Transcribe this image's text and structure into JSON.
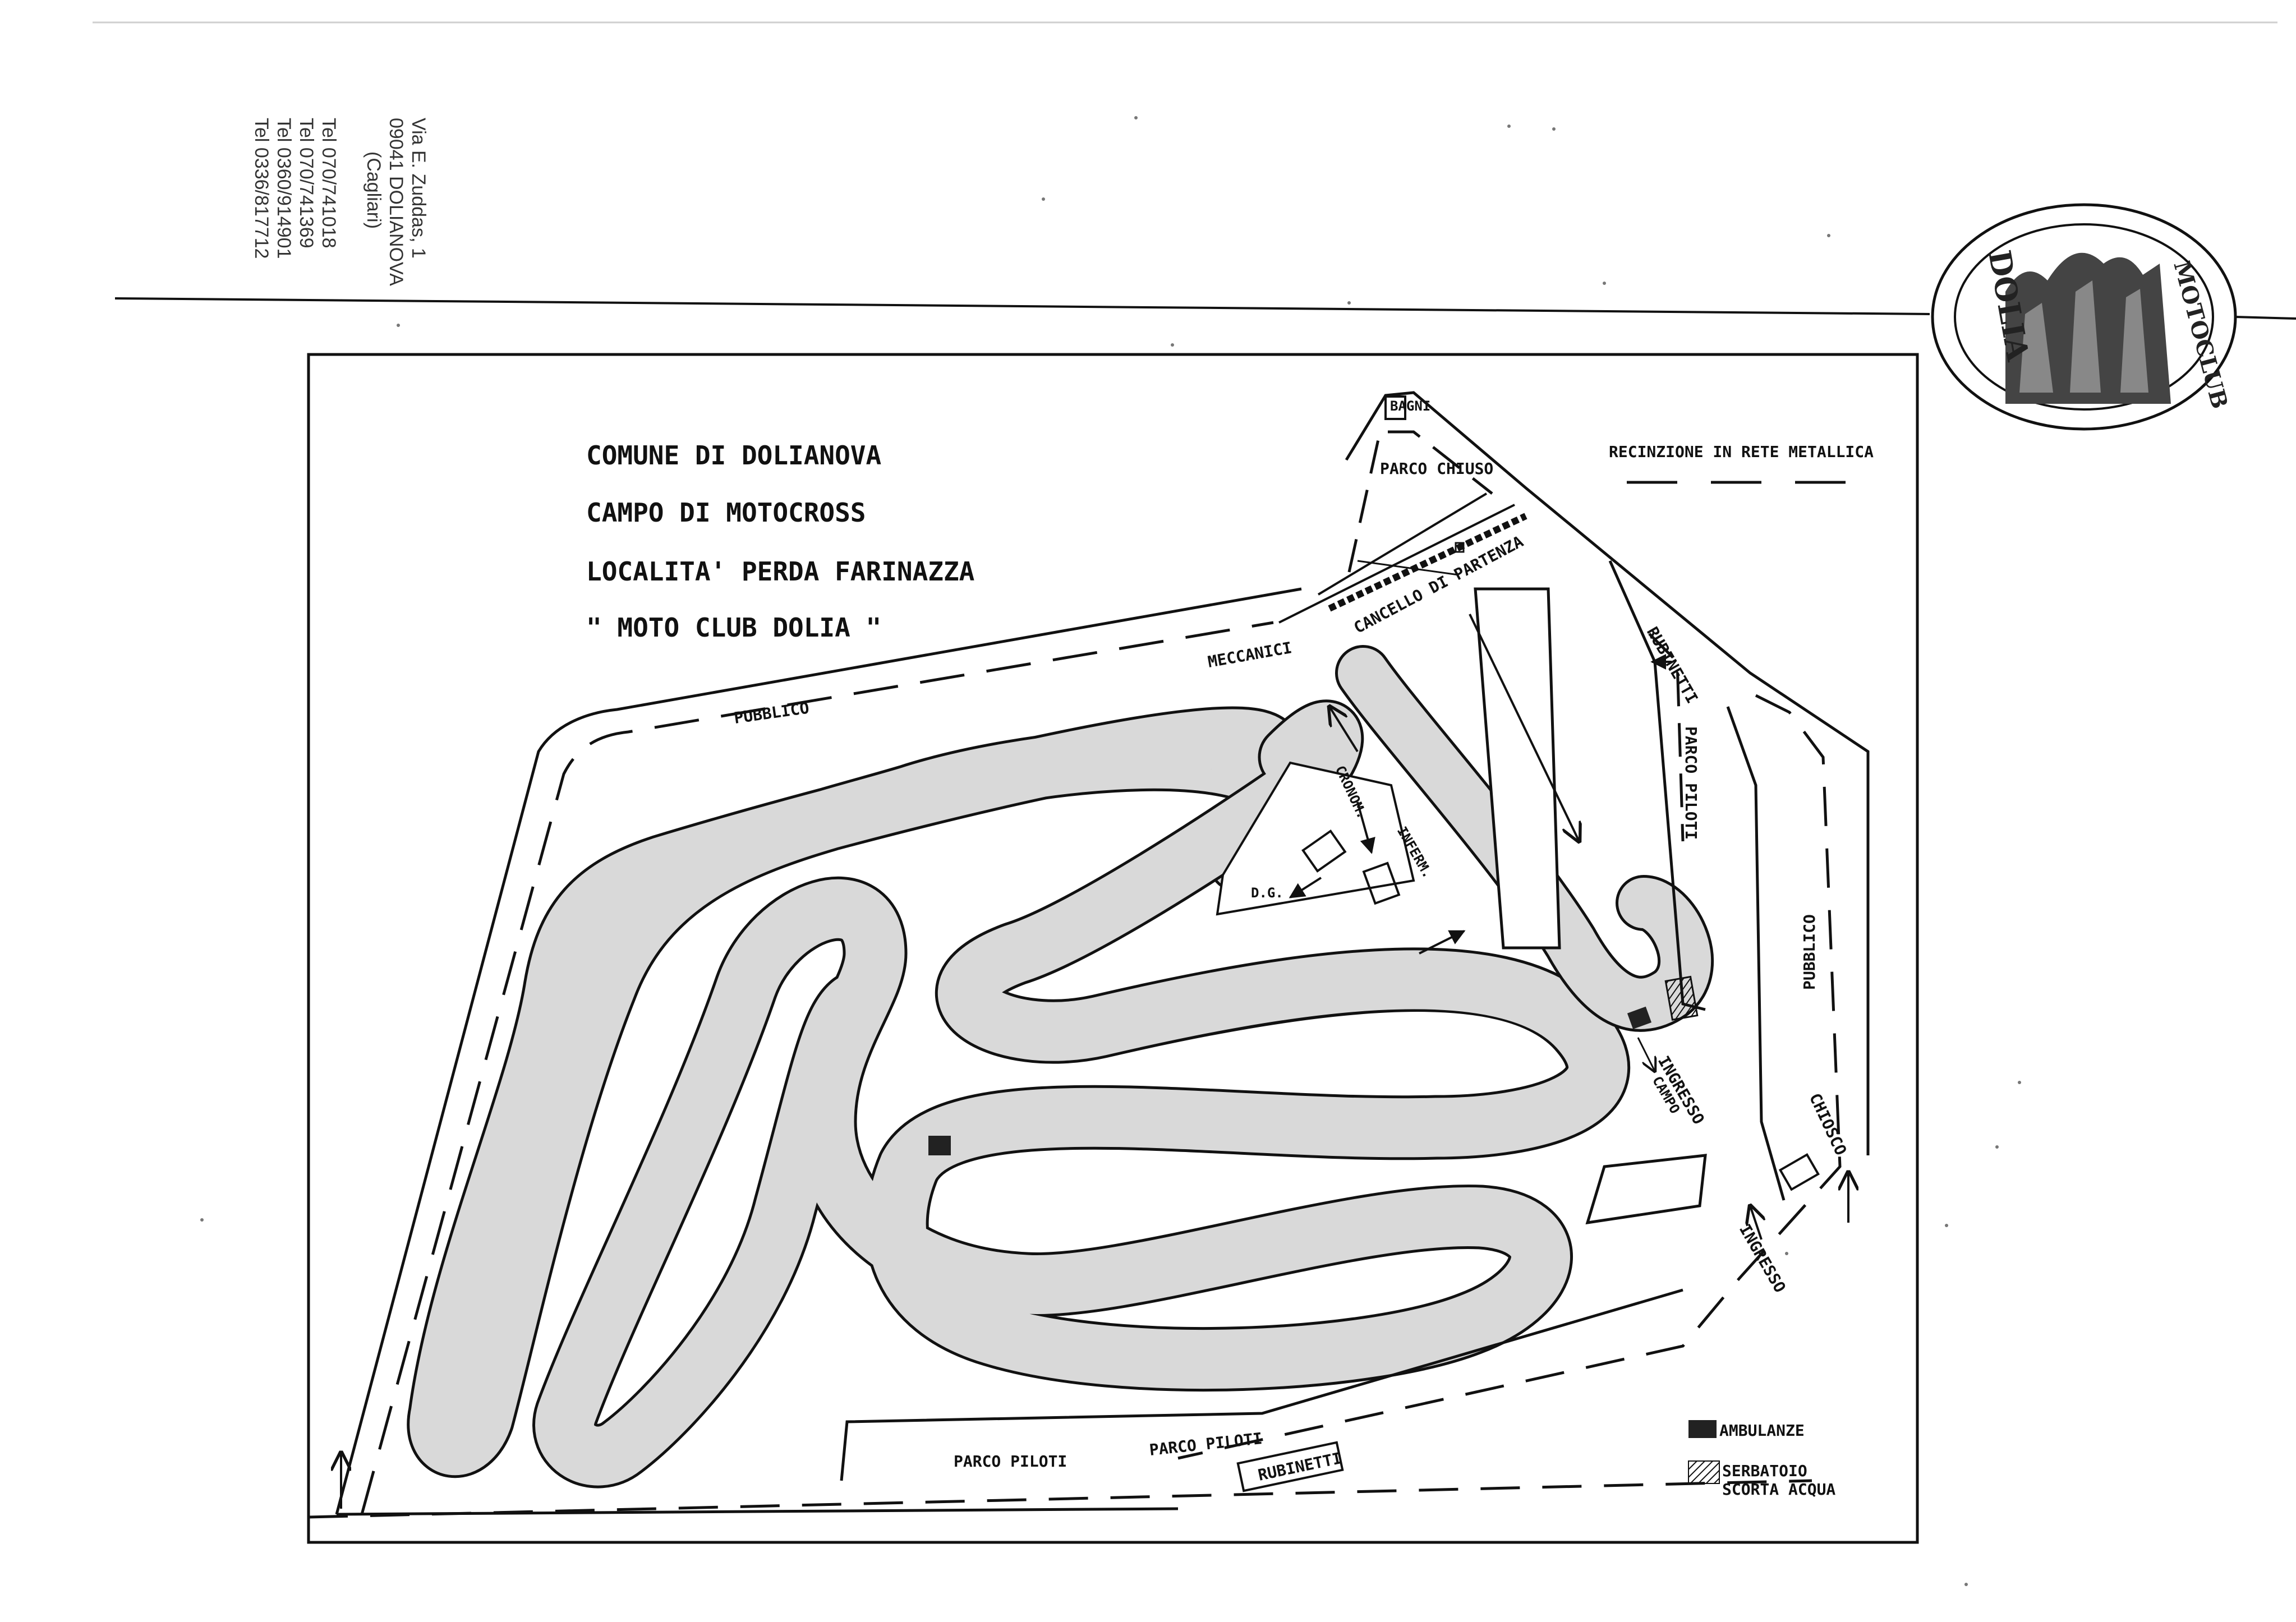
{
  "letterhead": {
    "street": "Via E. Zuddas, 1",
    "city": "09041 DOLIANOVA",
    "province": "(Cagliari)",
    "phones": [
      "Tel 070/741018",
      "Tel 070/741369",
      "Tel 0360/914901",
      "Tel 0336/817712"
    ]
  },
  "logo": {
    "top_text": "MOTOCLUB",
    "bottom_text": "DOLIA"
  },
  "map": {
    "title_lines": [
      "COMUNE DI DOLIANOVA",
      "CAMPO DI MOTOCROSS",
      "LOCALITA' PERDA FARINAZZA",
      "\" MOTO CLUB DOLIA \""
    ],
    "labels": {
      "bagni": "BAGNI",
      "parco_chiuso": "PARCO CHIUSO",
      "cancello": "CANCELLO DI PARTENZA",
      "meccanici": "MECCANICI",
      "pubblico_top": "PUBBLICO",
      "recinzione": "RECINZIONE IN RETE METALLICA",
      "rubinetti_top": "RUBINETTI",
      "parco_piloti_right": "PARCO PILOTI",
      "pubblico_right": "PUBBLICO",
      "cronom": "CRONOM.",
      "inferm": "INFERM.",
      "dg": "D.G.",
      "ingresso_campo_1": "INGRESSO",
      "ingresso_campo_2": "CAMPO",
      "chiosco": "CHIOSCO",
      "ingresso": "INGRESSO",
      "parco_piloti_bottom_1": "PARCO PILOTI",
      "parco_piloti_bottom_2": "PARCO PILOTI",
      "rubinetti_bottom": "RUBINETTI"
    },
    "legend": {
      "ambulanze": "AMBULANZE",
      "serbatoio_1": "SERBATOIO",
      "serbatoio_2": "SCORTA ACQUA"
    }
  }
}
